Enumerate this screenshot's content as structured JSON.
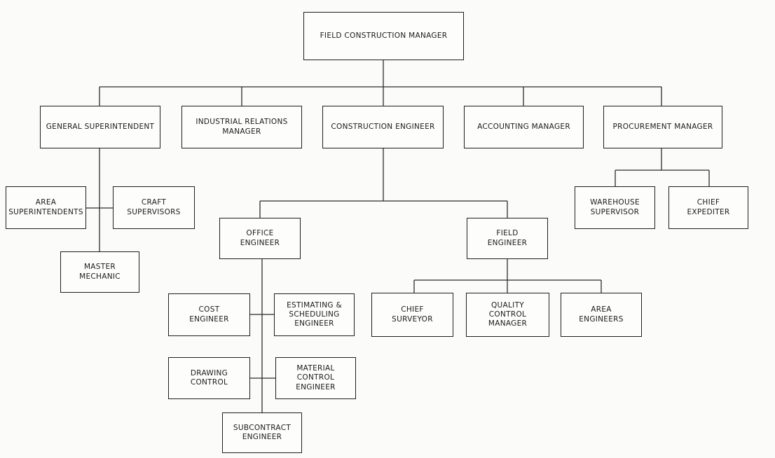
{
  "colors": {
    "line": "#2b2b2b",
    "box_border": "#1e1e1e",
    "text": "#1a1a1a",
    "background": "#fbfbfa"
  },
  "nodes": {
    "field_construction_manager": "FIELD CONSTRUCTION MANAGER",
    "general_superintendent": "GENERAL SUPERINTENDENT",
    "industrial_relations_manager": "INDUSTRIAL RELATIONS\nMANAGER",
    "construction_engineer": "CONSTRUCTION ENGINEER",
    "accounting_manager": "ACCOUNTING MANAGER",
    "procurement_manager": "PROCUREMENT MANAGER",
    "area_superintendents": "AREA\nSUPERINTENDENTS",
    "craft_supervisors": "CRAFT\nSUPERVISORS",
    "master_mechanic": "MASTER\nMECHANIC",
    "office_engineer": "OFFICE\nENGINEER",
    "field_engineer": "FIELD\nENGINEER",
    "warehouse_supervisor": "WAREHOUSE\nSUPERVISOR",
    "chief_expediter": "CHIEF\nEXPEDITER",
    "cost_engineer": "COST\nENGINEER",
    "estimating_scheduling_engineer": "ESTIMATING &\nSCHEDULING\nENGINEER",
    "drawing_control": "DRAWING\nCONTROL",
    "material_control_engineer": "MATERIAL\nCONTROL\nENGINEER",
    "subcontract_engineer": "SUBCONTRACT\nENGINEER",
    "chief_surveyor": "CHIEF\nSURVEYOR",
    "quality_control_manager": "QUALITY\nCONTROL\nMANAGER",
    "area_engineers": "AREA\nENGINEERS"
  }
}
